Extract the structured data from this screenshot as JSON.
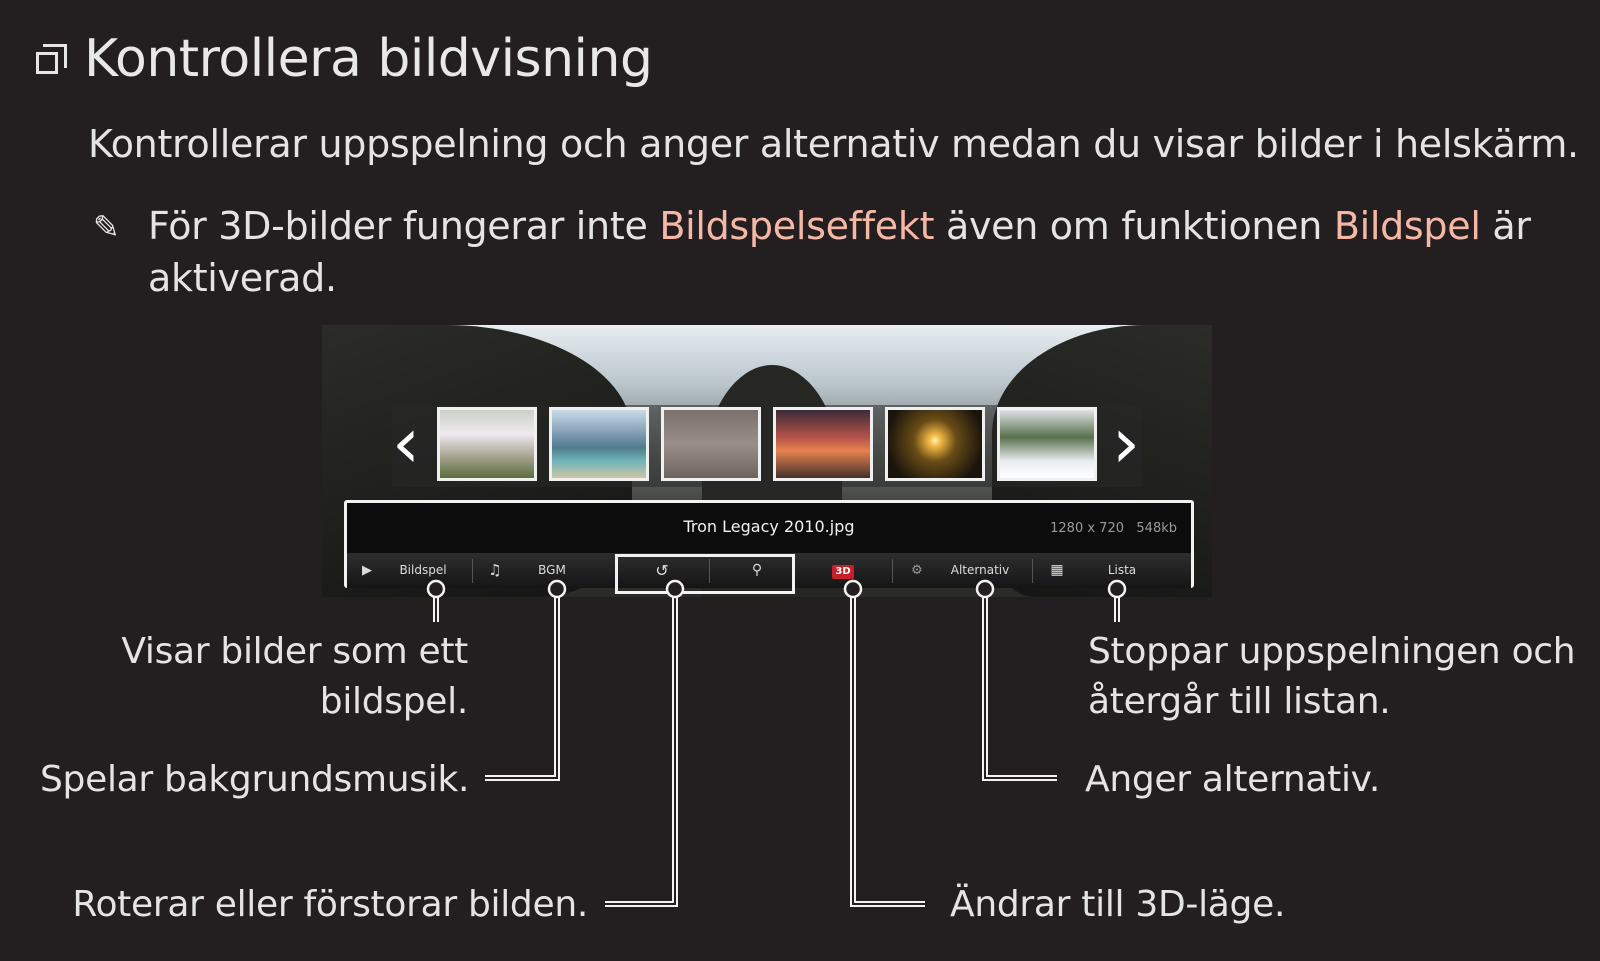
{
  "header": {
    "title": "Kontrollera bildvisning",
    "intro": "Kontrollerar uppspelning och anger alternativ medan du visar bilder i helskärm.",
    "note": {
      "part1": "För 3D-bilder fungerar inte ",
      "highlight1": "Bildspelseffekt",
      "part2": " även om funktionen ",
      "highlight2": "Bildspel",
      "part3": " är aktiverad."
    }
  },
  "player": {
    "filename": "Tron Legacy 2010.jpg",
    "resolution": "1280 x 720",
    "filesize": "548kb",
    "buttons": {
      "slideshow": "Bildspel",
      "bgm": "BGM",
      "three_d": "3D",
      "options": "Alternativ",
      "list": "Lista"
    }
  },
  "callouts": {
    "slideshow_line1": "Visar bilder som ett",
    "slideshow_line2": "bildspel.",
    "bgm": "Spelar bakgrundsmusik.",
    "rotate_zoom": "Roterar eller förstorar bilden.",
    "three_d": "Ändrar till 3D-läge.",
    "options": "Anger alternativ.",
    "list_line1": "Stoppar uppspelningen och",
    "list_line2": "återgår till listan."
  },
  "colors": {
    "background": "#231f20",
    "text": "#e4e4e4",
    "highlight": "#f5b8a6"
  }
}
